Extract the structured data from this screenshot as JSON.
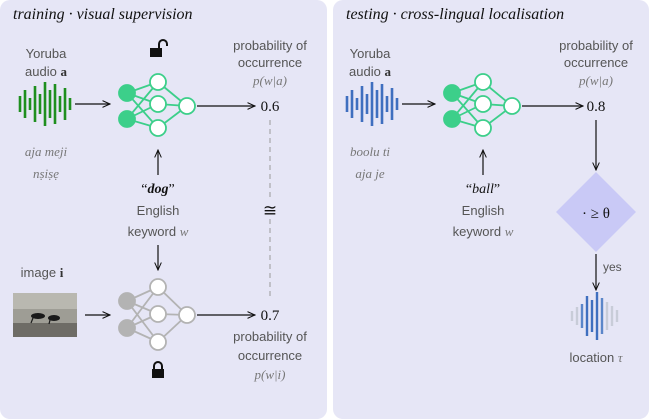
{
  "colors": {
    "panel_bg": "#e6e6f6",
    "green_net": "#3ccf8a",
    "green_wave": "#1f8f1f",
    "blue_wave": "#3f6fbf",
    "gray_net": "#b3b3b3",
    "diamond": "#c9c9f6",
    "text": "#555555",
    "dark": "#111111"
  },
  "left": {
    "title_a": "training",
    "title_sep": "·",
    "title_b": "visual supervision",
    "audio_label_1": "Yoruba",
    "audio_label_2": "audio",
    "audio_sym": "a",
    "transcript_1": "aja meji",
    "transcript_2": "nṣiṣẹ",
    "prob_label_1": "probability of",
    "prob_label_2": "occurrence",
    "prob_expr_audio": "p(w|a)",
    "prob_audio_value": "0.6",
    "keyword_word": "dog",
    "keyword_label_1": "English",
    "keyword_label_2": "keyword",
    "keyword_sym": "w",
    "approx_symbol": "≅",
    "image_label": "image",
    "image_sym": "i",
    "prob_image_value": "0.7",
    "prob_expr_image": "p(w|i)",
    "unlock_icon": "unlocked-padlock-icon",
    "lock_icon": "locked-padlock-icon"
  },
  "right": {
    "title_a": "testing",
    "title_sep": "·",
    "title_b": "cross-lingual localisation",
    "audio_label_1": "Yoruba",
    "audio_label_2": "audio",
    "audio_sym": "a",
    "transcript_1": "boolu ti",
    "transcript_2": "aja je",
    "prob_label_1": "probability of",
    "prob_label_2": "occurrence",
    "prob_expr": "p(w|a)",
    "prob_value": "0.8",
    "keyword_word": "ball",
    "keyword_label_1": "English",
    "keyword_label_2": "keyword",
    "keyword_sym": "w",
    "threshold": "· ≥ θ",
    "yes_label": "yes",
    "location_label": "location",
    "location_sym": "τ"
  }
}
